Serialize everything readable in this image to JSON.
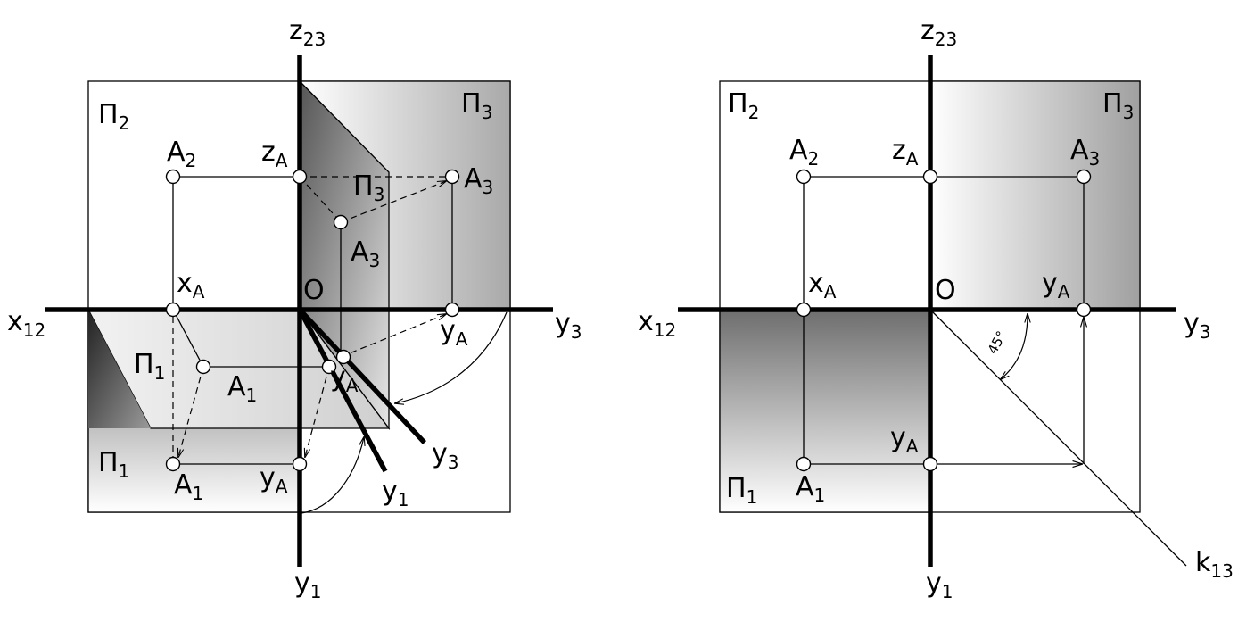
{
  "left_diagram": {
    "axis_z": {
      "main": "z",
      "sub": "23"
    },
    "axis_x": {
      "main": "x",
      "sub": "12"
    },
    "axis_y3": {
      "main": "y",
      "sub": "3"
    },
    "axis_y1": {
      "main": "y",
      "sub": "1"
    },
    "origin": "O",
    "plane_p2": {
      "main": "Π",
      "sub": "2"
    },
    "plane_p3_flat": {
      "main": "Π",
      "sub": "3"
    },
    "plane_p3_spatial": {
      "main": "Π",
      "sub": "3"
    },
    "plane_p1_spatial": {
      "main": "Π",
      "sub": "1"
    },
    "plane_p1_flat": {
      "main": "Π",
      "sub": "1"
    },
    "point_a2": {
      "main": "A",
      "sub": "2"
    },
    "point_a3_flat": {
      "main": "A",
      "sub": "3"
    },
    "point_a3_spatial": {
      "main": "A",
      "sub": "3"
    },
    "point_a1_spatial": {
      "main": "A",
      "sub": "1"
    },
    "point_a1_flat": {
      "main": "A",
      "sub": "1"
    },
    "label_za": {
      "main": "z",
      "sub": "A"
    },
    "label_xa": {
      "main": "x",
      "sub": "A"
    },
    "label_ya_y3": {
      "main": "y",
      "sub": "A"
    },
    "label_ya_spatial": {
      "main": "y",
      "sub": "A"
    },
    "label_ya_y1": {
      "main": "y",
      "sub": "A"
    },
    "axis_y3_rotated": {
      "main": "y",
      "sub": "3"
    },
    "axis_y1_rotated": {
      "main": "y",
      "sub": "1"
    }
  },
  "right_diagram": {
    "axis_z": {
      "main": "z",
      "sub": "23"
    },
    "axis_x": {
      "main": "x",
      "sub": "12"
    },
    "axis_y3": {
      "main": "y",
      "sub": "3"
    },
    "axis_y1": {
      "main": "y",
      "sub": "1"
    },
    "origin": "O",
    "plane_p2": {
      "main": "Π",
      "sub": "2"
    },
    "plane_p3": {
      "main": "Π",
      "sub": "3"
    },
    "plane_p1": {
      "main": "Π",
      "sub": "1"
    },
    "point_a2": {
      "main": "A",
      "sub": "2"
    },
    "point_a3": {
      "main": "A",
      "sub": "3"
    },
    "point_a1": {
      "main": "A",
      "sub": "1"
    },
    "label_za": {
      "main": "z",
      "sub": "A"
    },
    "label_xa": {
      "main": "x",
      "sub": "A"
    },
    "label_ya_y3": {
      "main": "y",
      "sub": "A"
    },
    "label_ya_y1": {
      "main": "y",
      "sub": "A"
    },
    "constant_line": {
      "main": "k",
      "sub": "13"
    },
    "angle_label": "45°"
  }
}
